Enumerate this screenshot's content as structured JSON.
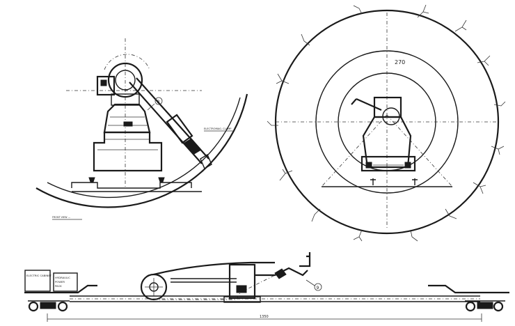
{
  "top_left_view": {
    "callout_label": "8",
    "note_text": "ELECTROMAG. CLAMP",
    "caption_text": "FRONT VIEW ---"
  },
  "top_right_view": {
    "angle_label": "270"
  },
  "bottom_view": {
    "electric_cabinet_label": "ELECTRIC CABINET",
    "hydraulic_pack_label": [
      "HYDRAULIC",
      "POWER",
      "PACK"
    ],
    "callout_label": "9",
    "dimension_label": "1350"
  }
}
